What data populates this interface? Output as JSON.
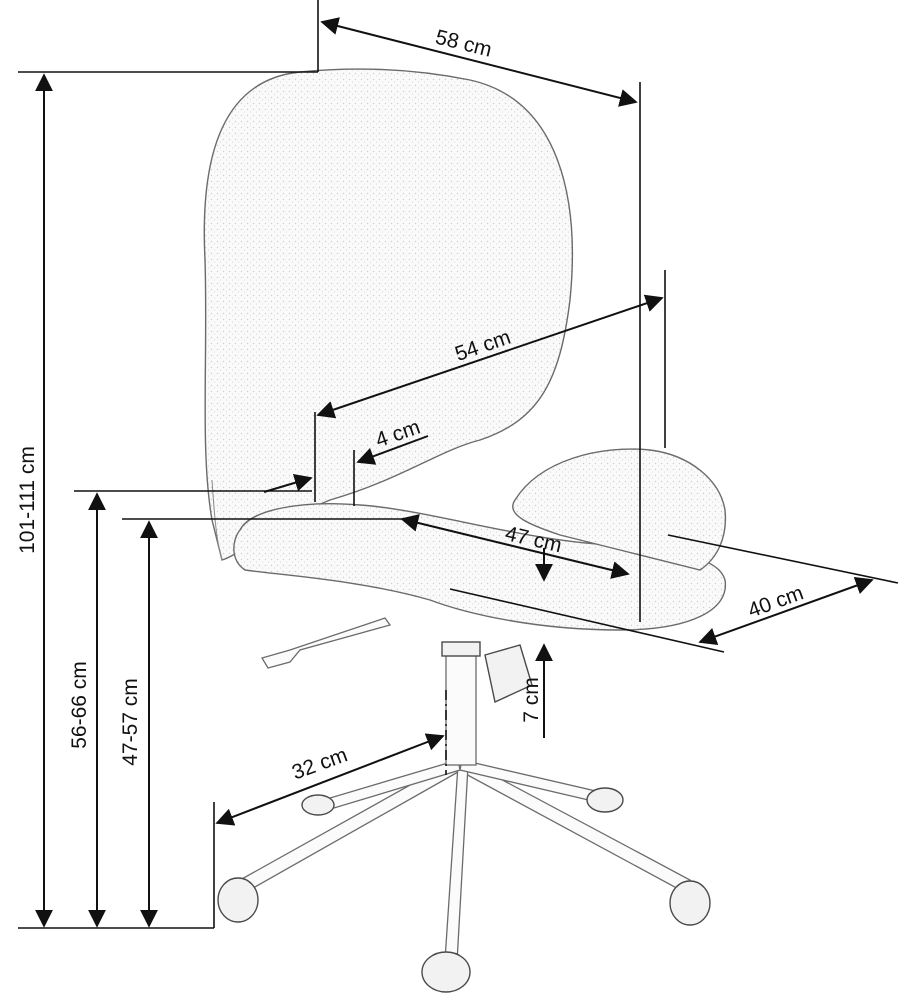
{
  "dimensions": {
    "depth_top": "58 cm",
    "seat_width": "54 cm",
    "backrest_thickness": "4 cm",
    "total_height": "101-111 cm",
    "seat_depth": "47 cm",
    "side_depth": "40 cm",
    "seat_height_upper": "56-66 cm",
    "seat_height": "47-57 cm",
    "cushion_thickness": "7 cm",
    "base_radius": "32 cm"
  },
  "colors": {
    "line": "#111111",
    "outline": "#6b6b6b"
  }
}
